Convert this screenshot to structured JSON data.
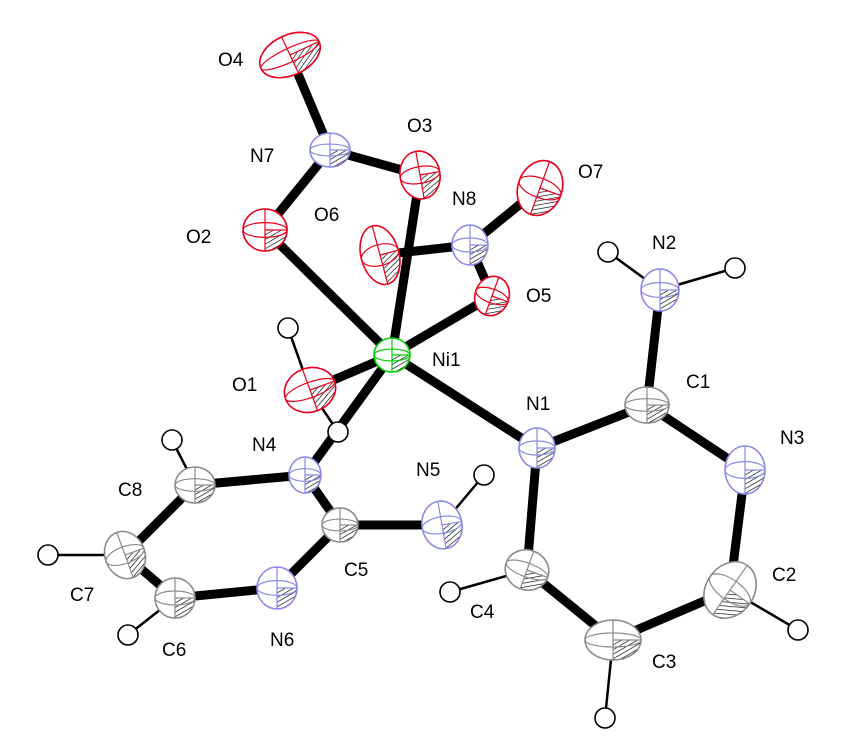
{
  "colors": {
    "O": "#e8001c",
    "N": "#8a8ae6",
    "C": "#8c8c8c",
    "Ni": "#00d000",
    "H": "#000000",
    "bond": "#000000"
  },
  "atoms": [
    {
      "label": "O4",
      "element": "O"
    },
    {
      "label": "N7",
      "element": "N"
    },
    {
      "label": "O3",
      "element": "O"
    },
    {
      "label": "O7",
      "element": "O"
    },
    {
      "label": "N8",
      "element": "N"
    },
    {
      "label": "O6",
      "element": "O"
    },
    {
      "label": "O2",
      "element": "O"
    },
    {
      "label": "O5",
      "element": "O"
    },
    {
      "label": "Ni1",
      "element": "Ni"
    },
    {
      "label": "N2",
      "element": "N"
    },
    {
      "label": "C1",
      "element": "C"
    },
    {
      "label": "N3",
      "element": "N"
    },
    {
      "label": "N1",
      "element": "N"
    },
    {
      "label": "O1",
      "element": "O"
    },
    {
      "label": "N4",
      "element": "N"
    },
    {
      "label": "N5",
      "element": "N"
    },
    {
      "label": "C8",
      "element": "C"
    },
    {
      "label": "C5",
      "element": "C"
    },
    {
      "label": "C7",
      "element": "C"
    },
    {
      "label": "C6",
      "element": "C"
    },
    {
      "label": "N6",
      "element": "N"
    },
    {
      "label": "C4",
      "element": "C"
    },
    {
      "label": "C3",
      "element": "C"
    },
    {
      "label": "C2",
      "element": "C"
    }
  ],
  "bonds": [
    [
      "O4",
      "N7"
    ],
    [
      "N7",
      "O3"
    ],
    [
      "N7",
      "O2"
    ],
    [
      "O2",
      "Ni1"
    ],
    [
      "O3",
      "Ni1"
    ],
    [
      "O6",
      "N8"
    ],
    [
      "N8",
      "O7"
    ],
    [
      "N8",
      "O5"
    ],
    [
      "O5",
      "Ni1"
    ],
    [
      "Ni1",
      "O1"
    ],
    [
      "Ni1",
      "N1"
    ],
    [
      "Ni1",
      "N4"
    ],
    [
      "N4",
      "C8"
    ],
    [
      "N4",
      "C5"
    ],
    [
      "C5",
      "N5"
    ],
    [
      "C5",
      "N6"
    ],
    [
      "N6",
      "C6"
    ],
    [
      "C6",
      "C7"
    ],
    [
      "C7",
      "C8"
    ],
    [
      "N1",
      "C1"
    ],
    [
      "C1",
      "N3"
    ],
    [
      "N3",
      "C2"
    ],
    [
      "C2",
      "C3"
    ],
    [
      "C3",
      "C4"
    ],
    [
      "C4",
      "N1"
    ],
    [
      "C1",
      "N2"
    ]
  ]
}
